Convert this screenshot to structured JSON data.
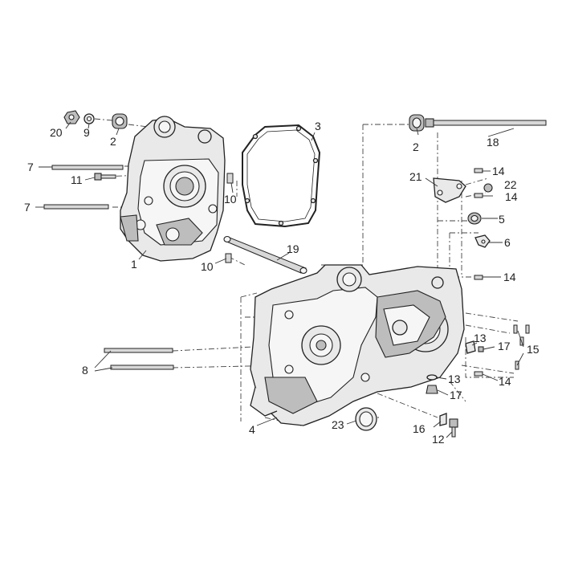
{
  "labels": {
    "p1": "1",
    "p2a": "2",
    "p2b": "2",
    "p3": "3",
    "p4": "4",
    "p5": "5",
    "p6": "6",
    "p7a": "7",
    "p7b": "7",
    "p8": "8",
    "p9": "9",
    "p10a": "10",
    "p10b": "10",
    "p11": "11",
    "p12": "12",
    "p13a": "13",
    "p13b": "13",
    "p14a": "14",
    "p14b": "14",
    "p14c": "14",
    "p14d": "14",
    "p15": "15",
    "p16": "16",
    "p17a": "17",
    "p17b": "17",
    "p18": "18",
    "p19": "19",
    "p20": "20",
    "p21": "21",
    "p22": "22",
    "p23": "23"
  }
}
